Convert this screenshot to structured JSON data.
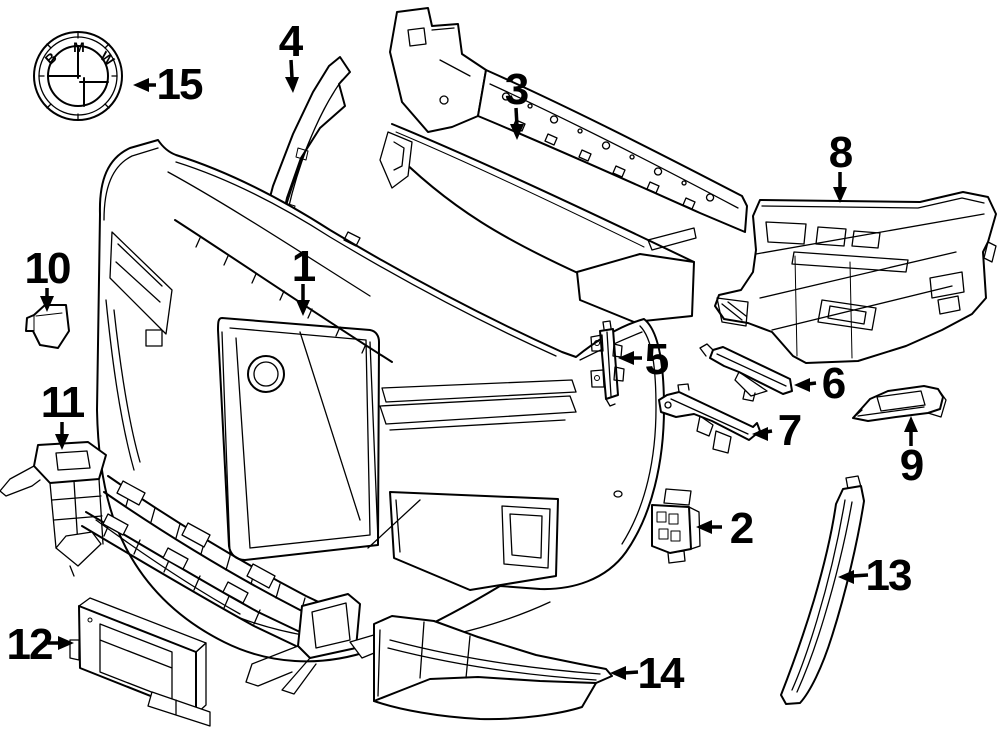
{
  "diagram": {
    "background_color": "#ffffff",
    "line_color": "#000000",
    "emblem": {
      "letter_b": "B",
      "letter_m": "M",
      "letter_w": "W"
    },
    "callouts": {
      "c1": {
        "label": "1"
      },
      "c2": {
        "label": "2"
      },
      "c3": {
        "label": "3"
      },
      "c4": {
        "label": "4"
      },
      "c5": {
        "label": "5"
      },
      "c6": {
        "label": "6"
      },
      "c7": {
        "label": "7"
      },
      "c8": {
        "label": "8"
      },
      "c9": {
        "label": "9"
      },
      "c10": {
        "label": "10"
      },
      "c11": {
        "label": "11"
      },
      "c12": {
        "label": "12"
      },
      "c13": {
        "label": "13"
      },
      "c14": {
        "label": "14"
      },
      "c15": {
        "label": "15"
      }
    }
  }
}
